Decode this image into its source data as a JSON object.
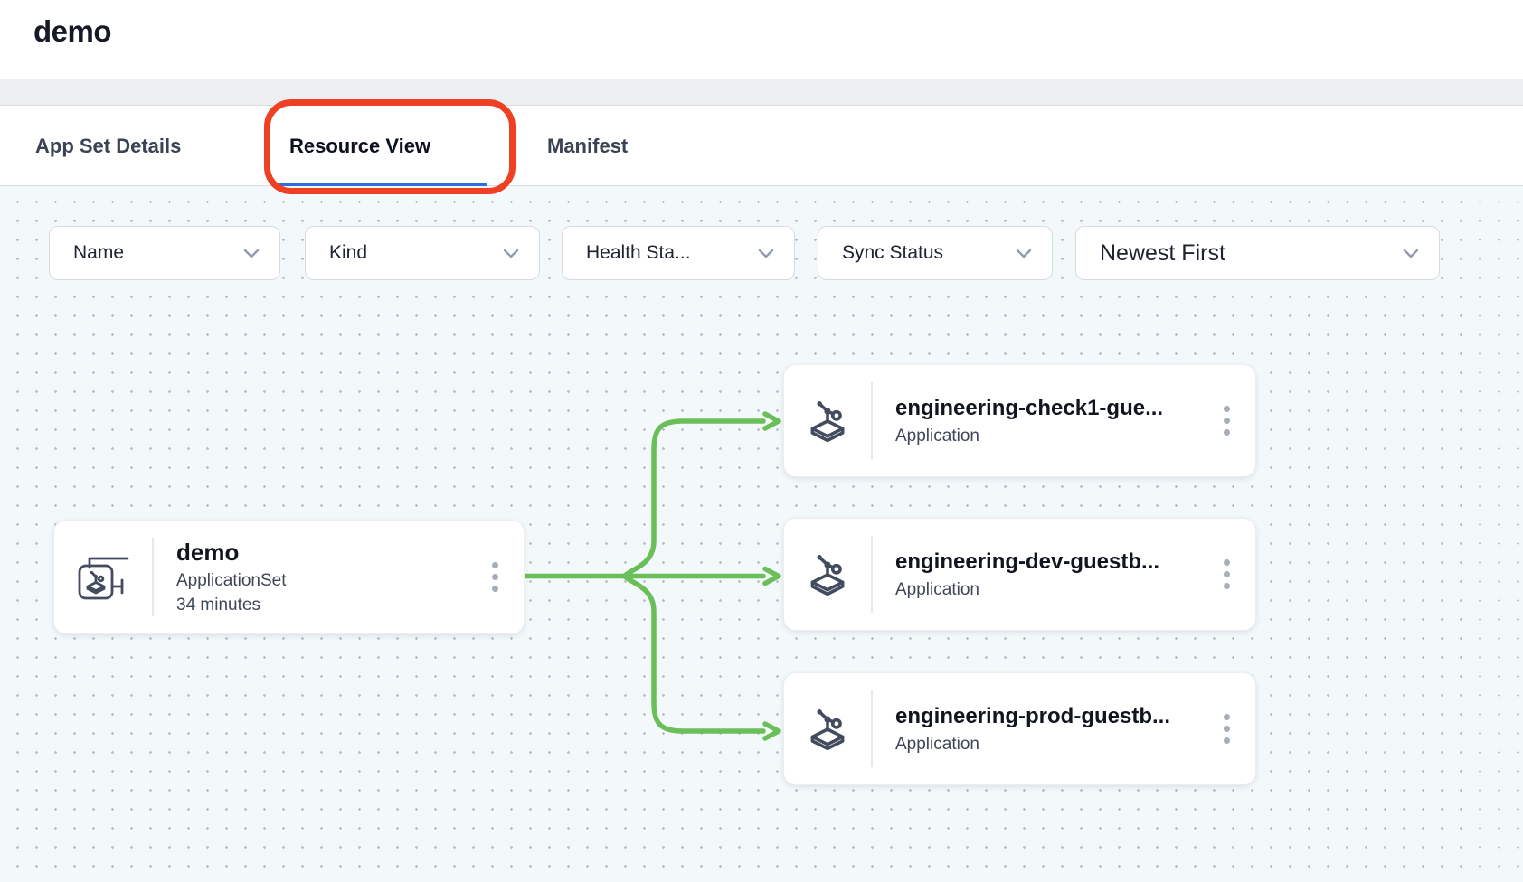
{
  "header": {
    "title": "demo"
  },
  "tabs": {
    "app_set_details": "App Set Details",
    "resource_view": "Resource View",
    "manifest": "Manifest"
  },
  "filters": {
    "name": "Name",
    "kind": "Kind",
    "health": "Health Sta...",
    "sync": "Sync Status",
    "sort": "Newest First"
  },
  "graph": {
    "root": {
      "title": "demo",
      "kind": "ApplicationSet",
      "age": "34 minutes"
    },
    "children": [
      {
        "title": "engineering-check1-gue...",
        "kind": "Application"
      },
      {
        "title": "engineering-dev-guestb...",
        "kind": "Application"
      },
      {
        "title": "engineering-prod-guestb...",
        "kind": "Application"
      }
    ]
  },
  "colors": {
    "edge_green": "#6bbf59",
    "tab_underline_blue": "#2e6fe0",
    "annotation_red": "#ee4023",
    "canvas_background": "#f3f8fa"
  }
}
